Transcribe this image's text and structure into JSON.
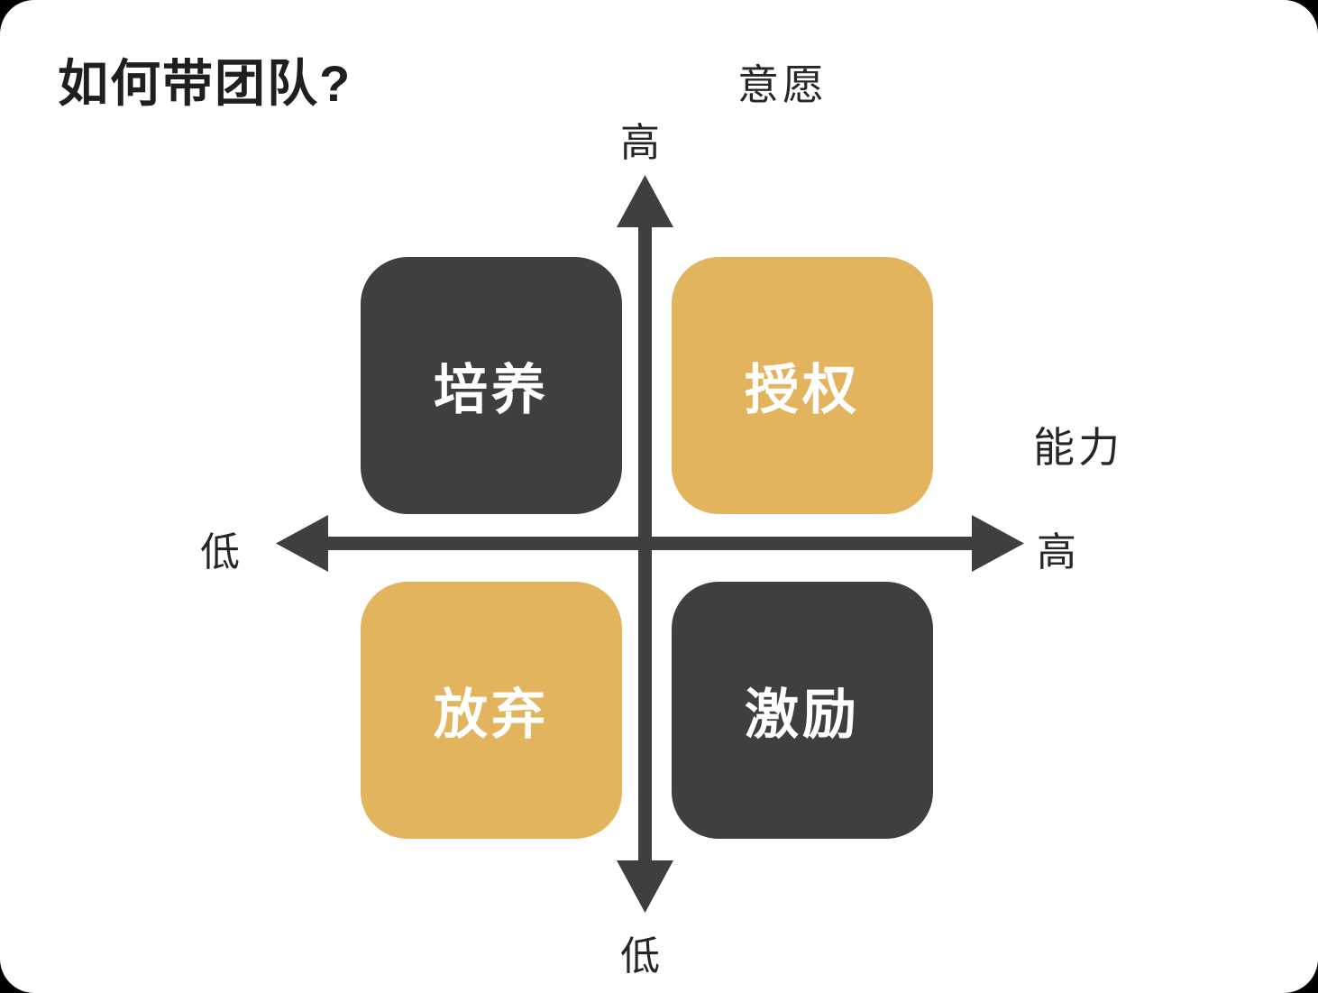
{
  "title": "如何带团队?",
  "colors": {
    "dark": "#3F3F3F",
    "gold": "#E2B45E",
    "axis": "#3F3F3F",
    "box_text": "#FFFFFF",
    "label_text": "#262626",
    "background": "#FFFFFF"
  },
  "axes": {
    "vertical": {
      "name": "意愿",
      "top_label": "高",
      "bottom_label": "低"
    },
    "horizontal": {
      "name": "能力",
      "left_label": "低",
      "right_label": "高"
    }
  },
  "quadrants": [
    {
      "position": "top-left",
      "label": "培养",
      "color": "#3F3F3F"
    },
    {
      "position": "top-right",
      "label": "授权",
      "color": "#E2B45E"
    },
    {
      "position": "bottom-left",
      "label": "放弃",
      "color": "#E2B45E"
    },
    {
      "position": "bottom-right",
      "label": "激励",
      "color": "#3F3F3F"
    }
  ]
}
